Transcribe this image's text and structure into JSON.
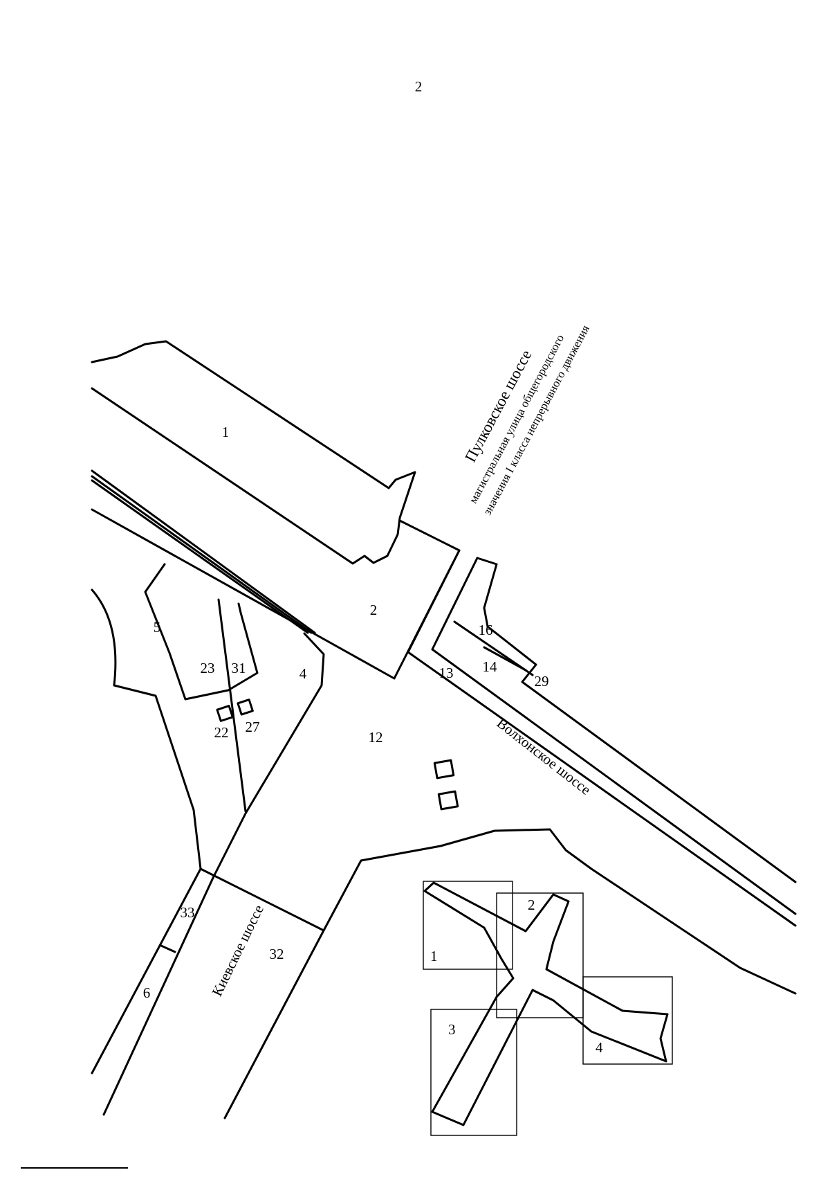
{
  "page_number": "2",
  "roads": {
    "pulkovskoe": {
      "name": "Пулковское шоссе",
      "line2": "магистральная улица общегородского",
      "line3": "значения I класса  непрерывного движения"
    },
    "volkhonskoe": "Волхонское шоссе",
    "kievskoe": "Киевское шоссе"
  },
  "parcels": {
    "p1": "1",
    "p2": "2",
    "p4": "4",
    "p5": "5",
    "p6": "6",
    "p12": "12",
    "p13": "13",
    "p14": "14",
    "p16": "16",
    "p22": "22",
    "p23": "23",
    "p27": "27",
    "p29": "29",
    "p31": "31",
    "p32": "32",
    "p33": "33"
  },
  "index_sheets": {
    "s1": "1",
    "s2": "2",
    "s3": "3",
    "s4": "4"
  }
}
